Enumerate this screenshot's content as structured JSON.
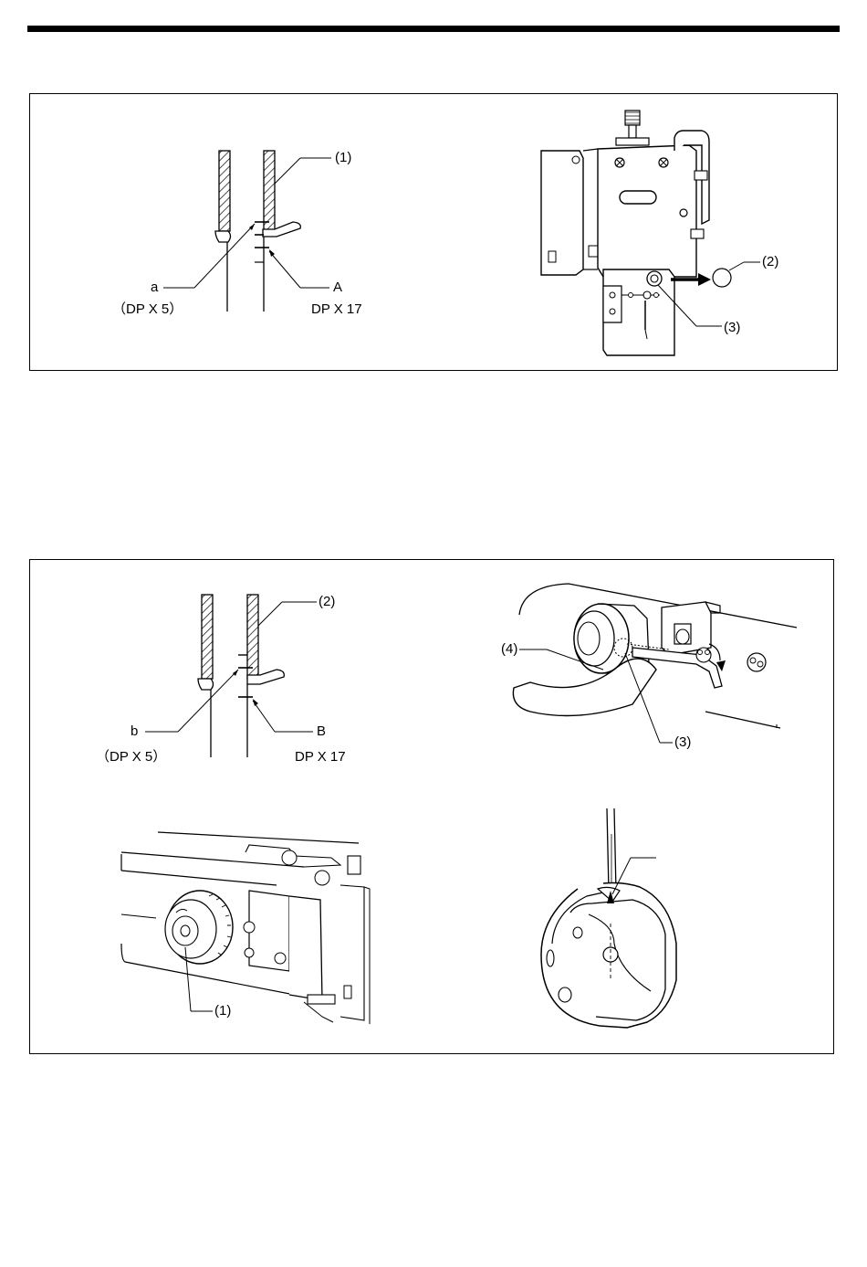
{
  "figure1": {
    "labels": {
      "ref_1": "(1)",
      "ref_2": "(2)",
      "ref_3": "(3)",
      "mark_a": "a",
      "mark_A": "A",
      "needle_a": "（DP X 5）",
      "needle_A": "DP X 17"
    }
  },
  "figure2": {
    "labels": {
      "ref_2": "(2)",
      "ref_4": "(4)",
      "ref_3": "(3)",
      "ref_1": "(1)",
      "mark_b": "b",
      "mark_B": "B",
      "needle_b": "（DP X 5）",
      "needle_B": "DP X 17"
    }
  }
}
